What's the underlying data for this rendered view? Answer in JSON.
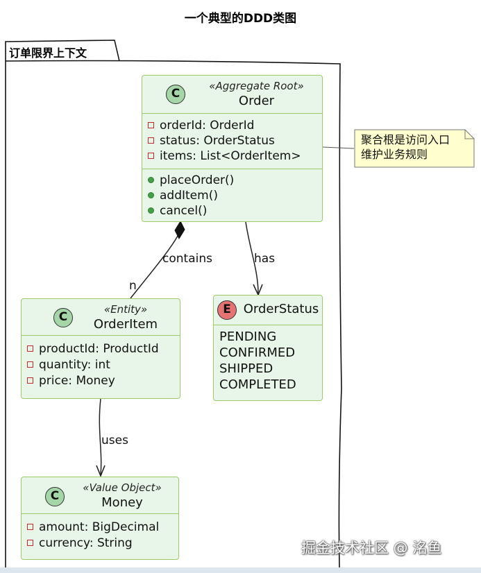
{
  "title": "一个典型的DDD类图",
  "package": {
    "label": "订单限界上下文"
  },
  "classes": {
    "order": {
      "badge": "C",
      "stereotype": "«Aggregate Root»",
      "name": "Order",
      "fields": [
        "orderId: OrderId",
        "status: OrderStatus",
        "items: List<OrderItem>"
      ],
      "methods": [
        "placeOrder()",
        "addItem()",
        "cancel()"
      ]
    },
    "order_item": {
      "badge": "C",
      "stereotype": "«Entity»",
      "name": "OrderItem",
      "fields": [
        "productId: ProductId",
        "quantity: int",
        "price: Money"
      ]
    },
    "order_status": {
      "badge": "E",
      "name": "OrderStatus",
      "values": [
        "PENDING",
        "CONFIRMED",
        "SHIPPED",
        "COMPLETED"
      ]
    },
    "money": {
      "badge": "C",
      "stereotype": "«Value Object»",
      "name": "Money",
      "fields": [
        "amount: BigDecimal",
        "currency: String"
      ]
    }
  },
  "note": {
    "lines": [
      "聚合根是访问入口",
      "维护业务规则"
    ]
  },
  "edges": {
    "contains": {
      "label": "contains",
      "multiplicity": "n"
    },
    "has": {
      "label": "has"
    },
    "uses": {
      "label": "uses"
    }
  },
  "watermark": "掘金技术社区 @ 洺鱼",
  "colors": {
    "class_fill": "#e8f5e9",
    "class_border": "#9ccc65",
    "class_badge": "#a5d6a7",
    "enum_badge": "#e57373",
    "note_fill": "#fefece",
    "private_marker": "#c62828",
    "public_marker": "#43a047"
  }
}
